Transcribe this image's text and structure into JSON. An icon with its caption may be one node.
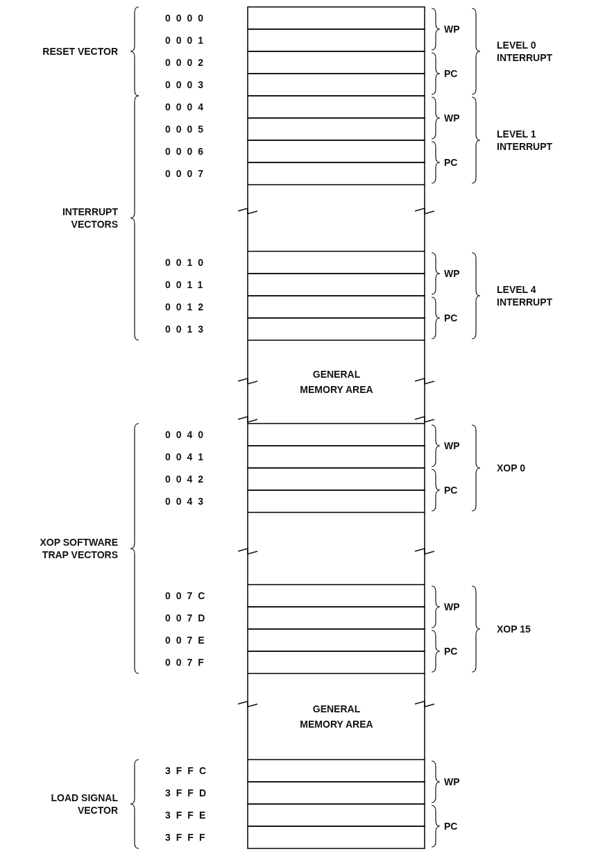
{
  "diagram": {
    "nodes": [
      {
        "text": [
          "GENERAL MEMORY AREA"
        ]
      },
      {
        "text": [
          "GENERAL MEMORY AREA"
        ]
      }
    ],
    "labels": [
      "RESET VECTOR",
      "0000",
      "0001",
      "0002",
      "0003",
      "0004",
      "0005",
      "0006",
      "0007",
      "WP",
      "PC",
      "WP",
      "PC",
      "LEVEL 0 INTERRUPT",
      "LEVEL 1 INTERRUPT",
      "INTERRUPT VECTORS",
      "0010",
      "0011",
      "0012",
      "0013",
      "WP",
      "PC",
      "LEVEL 4 INTERRUPT",
      "0040",
      "0041",
      "0042",
      "0043",
      "WP",
      "PC",
      "XOP 0",
      "XOP SOFTWARE TRAP VECTORS",
      "007C",
      "007D",
      "007E",
      "007F",
      "WP",
      "PC",
      "XOP 15",
      "LOAD SIGNAL VECTOR",
      "3FFC",
      "3FFD",
      "3FFE",
      "3FFF",
      "WP",
      "PC"
    ]
  }
}
